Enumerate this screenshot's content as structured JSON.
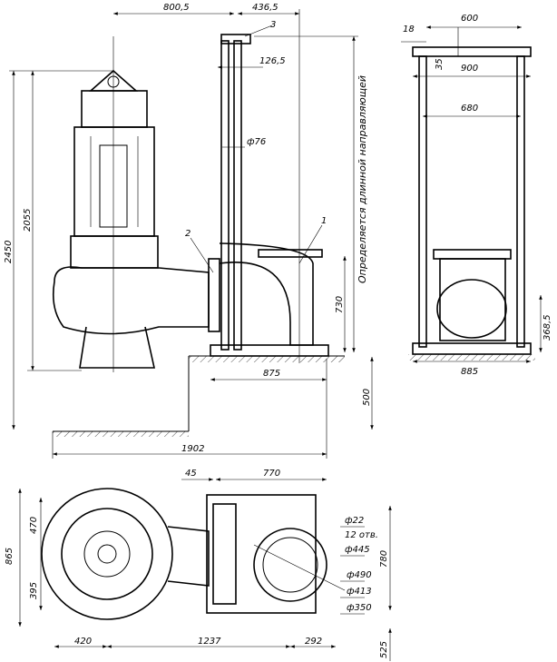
{
  "drawing": {
    "side_view": {
      "dims": {
        "d800_5": "800,5",
        "d436_5": "436,5",
        "d126_5": "126,5",
        "d76": "ф76",
        "d2450": "2450",
        "d2055": "2055",
        "d730": "730",
        "d875": "875",
        "d500": "500",
        "d1902": "1902"
      },
      "callouts": {
        "pos1": "1",
        "pos2": "2",
        "pos3": "3"
      },
      "guide_note": "Определяется длинной направляющей"
    },
    "front_view": {
      "dims": {
        "d18": "18",
        "d600": "600",
        "d35": "35",
        "d900": "900",
        "d680": "680",
        "d368_5": "368,5",
        "d885": "885"
      }
    },
    "plan_view": {
      "dims": {
        "d45": "45",
        "d770": "770",
        "d865": "865",
        "d470": "470",
        "d395": "395",
        "d420": "420",
        "d1237": "1237",
        "d292": "292",
        "d780": "780",
        "d525": "525"
      },
      "flange_notes": [
        "ф22",
        "12 отв.",
        "ф445",
        "ф490",
        "ф413",
        "ф350"
      ]
    }
  }
}
